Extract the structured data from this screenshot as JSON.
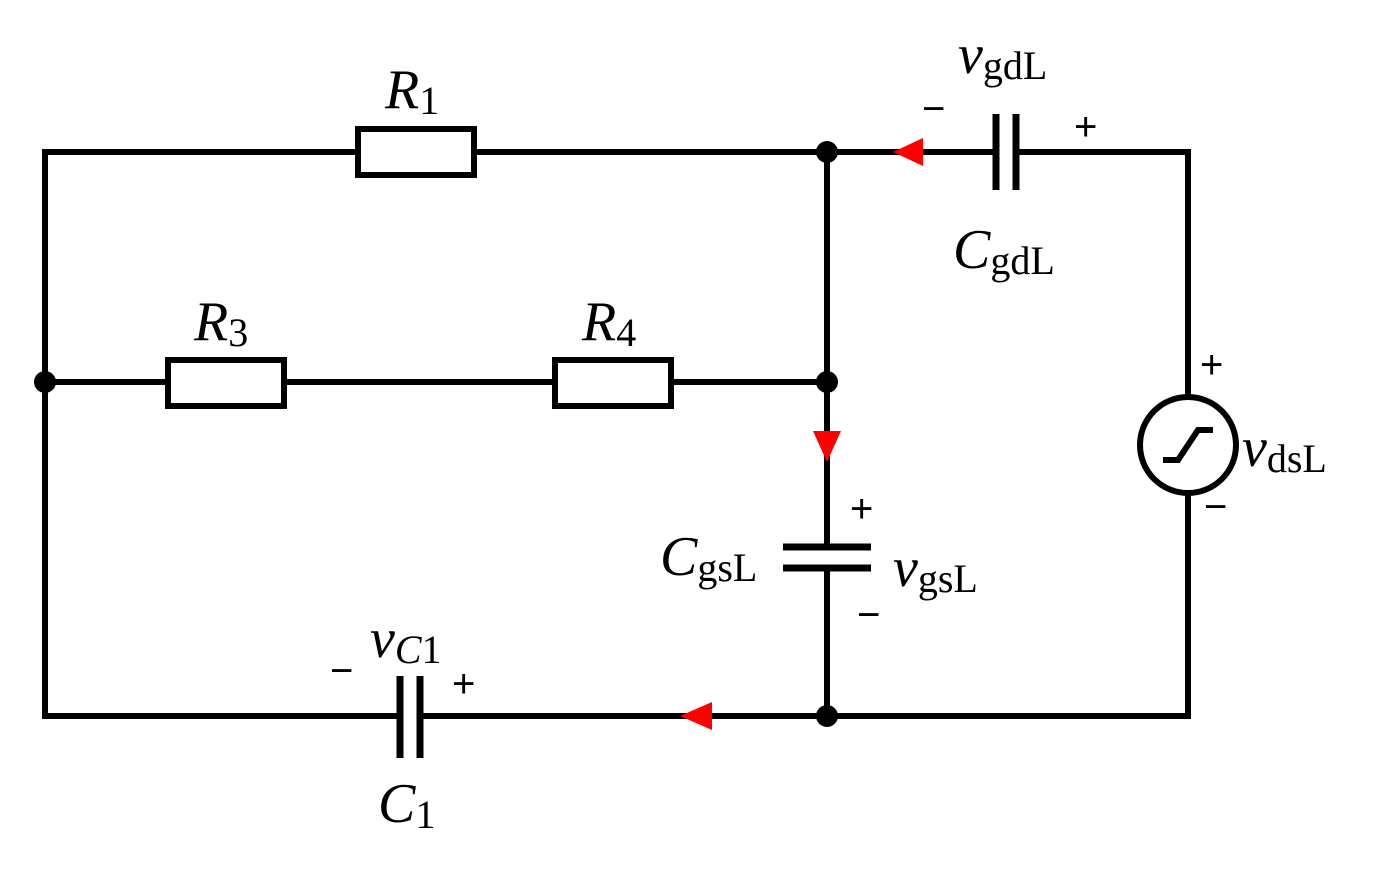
{
  "diagram": {
    "components": {
      "R1": {
        "symbol": "R",
        "sub": "1"
      },
      "R3": {
        "symbol": "R",
        "sub": "3"
      },
      "R4": {
        "symbol": "R",
        "sub": "4"
      },
      "CgdL": {
        "symbol": "C",
        "sub": "gdL",
        "voltage_symbol": "v",
        "voltage_sub": "gdL",
        "plus": "+",
        "minus": "−"
      },
      "CgsL": {
        "symbol": "C",
        "sub": "gsL",
        "voltage_symbol": "v",
        "voltage_sub": "gsL",
        "plus": "+",
        "minus": "−"
      },
      "C1": {
        "symbol": "C",
        "sub": "1",
        "voltage_symbol": "v",
        "voltage_sub_italic": "C",
        "voltage_sub": "1",
        "plus": "+",
        "minus": "−"
      },
      "vdsL": {
        "voltage_symbol": "v",
        "voltage_sub": "dsL",
        "plus": "+",
        "minus": "−"
      }
    },
    "colors": {
      "wire": "#000000",
      "current_arrow": "#ff0000",
      "background": "#ffffff"
    },
    "icons": [
      "resistor-icon",
      "capacitor-icon",
      "switched-voltage-source-icon",
      "current-direction-arrow-icon",
      "junction-dot-icon"
    ]
  }
}
